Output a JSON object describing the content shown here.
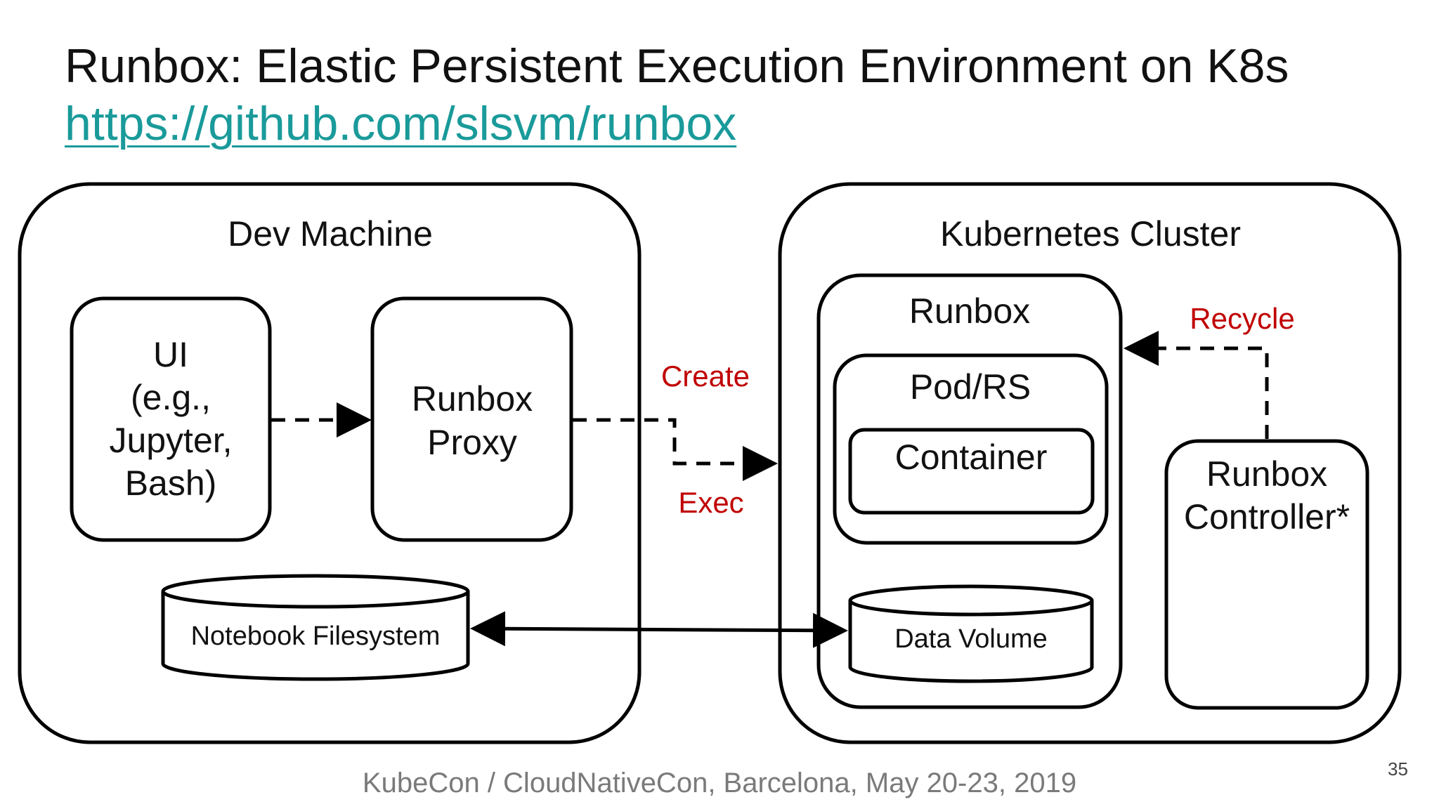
{
  "slide": {
    "title": "Runbox: Elastic Persistent Execution Environment on K8s",
    "link": "https://github.com/slsvm/runbox",
    "footer": "KubeCon / CloudNativeCon, Barcelona, May 20-23, 2019",
    "page_number": "35"
  },
  "diagram": {
    "dev_machine": {
      "label": "Dev Machine",
      "ui_box": [
        "UI",
        "(e.g.,",
        "Jupyter,",
        "Bash)"
      ],
      "proxy_box": [
        "Runbox",
        "Proxy"
      ],
      "notebook_fs": "Notebook Filesystem"
    },
    "cluster": {
      "label": "Kubernetes Cluster",
      "runbox": "Runbox",
      "pod_rs": "Pod/RS",
      "container": "Container",
      "data_volume": "Data Volume",
      "controller": [
        "Runbox",
        "Controller*"
      ]
    },
    "edges": {
      "create": "Create",
      "exec": "Exec",
      "recycle": "Recycle"
    },
    "colors": {
      "edge_label": "#c00000",
      "link": "#1a9a9a",
      "footer": "#7a7a7a"
    }
  }
}
